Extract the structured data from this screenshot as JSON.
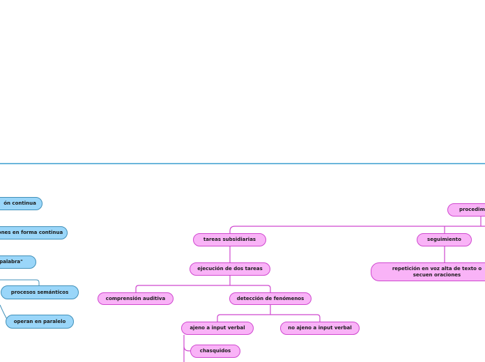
{
  "colors": {
    "pink_fill": "#f9b3f7",
    "pink_line": "#cf47cf",
    "blue_fill": "#9ad6f9",
    "blue_line": "#3f8fb8",
    "divider": "#3a9ecf"
  },
  "blue_nodes": {
    "n1": "ón continua",
    "n2": "ones en forma continua",
    "n3": "r palabra\"",
    "n4": "procesos semánticos",
    "n5": "operan en paralelo"
  },
  "pink_nodes": {
    "procedimientos": "procedimi",
    "tareas_subsidiarias": "tareas subsidiarias",
    "seguimiento": "seguimiento",
    "ejecucion": "ejecución de dos tareas",
    "repeticion": "repetición en voz alta de texto o secuen oraciones",
    "comprension": "comprensión auditiva",
    "deteccion": "detección de fenómenos",
    "ajeno": "ajeno a input verbal",
    "no_ajeno": "no ajeno a input verbal",
    "chasquidos": "chasquidos"
  }
}
